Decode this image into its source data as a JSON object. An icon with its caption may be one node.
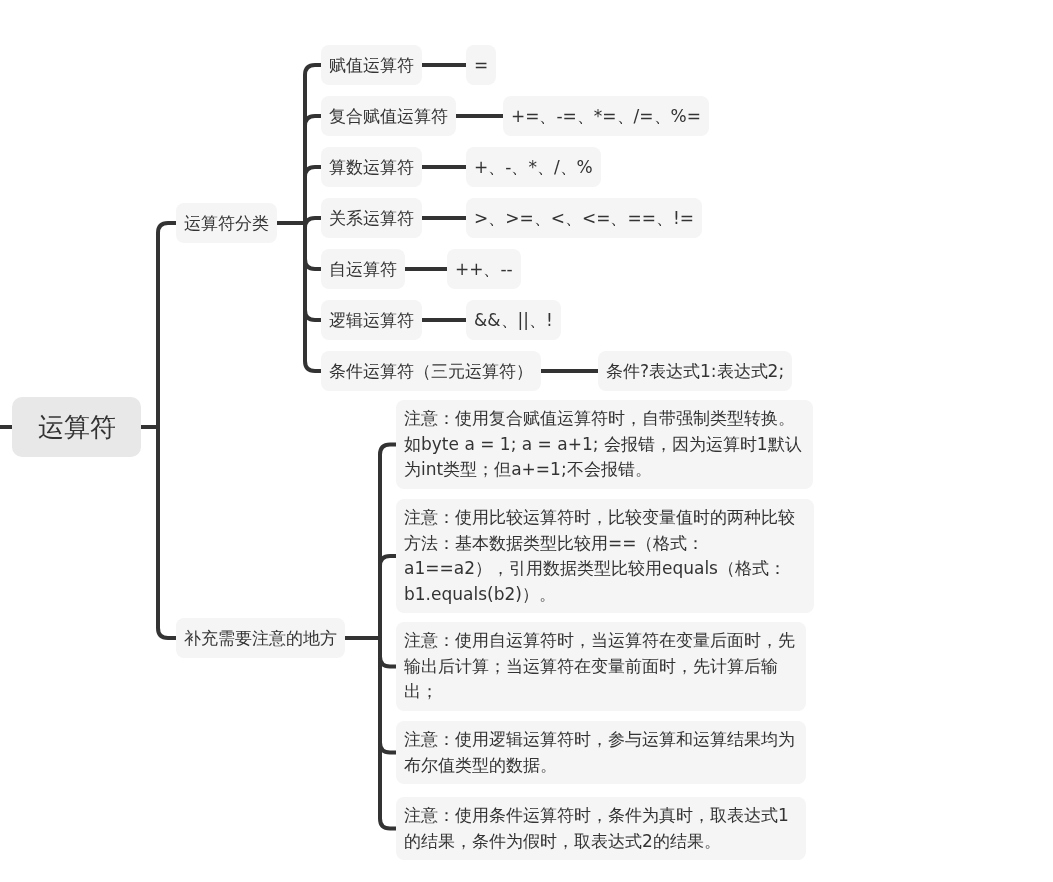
{
  "diagram": {
    "nodes": [
      {
        "text": [
          "运算符"
        ]
      },
      {
        "text": [
          "运算符分类"
        ]
      },
      {
        "text": [
          "补充需要注意的地方"
        ]
      },
      {
        "text": [
          "赋值运算符"
        ]
      },
      {
        "text": [
          "="
        ]
      },
      {
        "text": [
          "复合赋值运算符"
        ]
      },
      {
        "text": [
          "+=、-=、*=、/=、%="
        ]
      },
      {
        "text": [
          "算数运算符"
        ]
      },
      {
        "text": [
          "+、-、*、/、%"
        ]
      },
      {
        "text": [
          "关系运算符"
        ]
      },
      {
        "text": [
          ">、>=、<、<=、==、!="
        ]
      },
      {
        "text": [
          "自运算符"
        ]
      },
      {
        "text": [
          "++、--"
        ]
      },
      {
        "text": [
          "逻辑运算符"
        ]
      },
      {
        "text": [
          "&&、||、!"
        ]
      },
      {
        "text": [
          "条件运算符（三元运算符）"
        ]
      },
      {
        "text": [
          "条件?表达式1:表达式2;"
        ]
      },
      {
        "text": [
          "注意：使用复合赋值运算符时，自带强制类型转换。如byte a = 1; a = a+1; 会报错，因为运算时1默认为int类型；但a+=1;不会报错。"
        ]
      },
      {
        "text": [
          "注意：使用比较运算符时，比较变量值时的两种比较方法：基本数据类型比较用==（格式：a1==a2），引用数据类型比较用equals（格式：b1.equals(b2)）。"
        ]
      },
      {
        "text": [
          "注意：使用自运算符时，当运算符在变量后面时，先输出后计算；当运算符在变量前面时，先计算后输出；"
        ]
      },
      {
        "text": [
          "注意：使用逻辑运算符时，参与运算和运算结果均为布尔值类型的数据。"
        ]
      },
      {
        "text": [
          "注意：使用条件运算符时，条件为真时，取表达式1的结果，条件为假时，取表达式2的结果。"
        ]
      }
    ],
    "edges": [
      {
        "from": null,
        "to": 0,
        "arrow": "none"
      },
      {
        "from": 0,
        "to": 1,
        "arrow": "none"
      },
      {
        "from": 0,
        "to": 2,
        "arrow": "none"
      },
      {
        "from": 1,
        "to": 3,
        "arrow": "none"
      },
      {
        "from": 3,
        "to": 4,
        "arrow": "none"
      },
      {
        "from": 1,
        "to": 5,
        "arrow": "none"
      },
      {
        "from": 5,
        "to": 6,
        "arrow": "none"
      },
      {
        "from": 1,
        "to": 7,
        "arrow": "none"
      },
      {
        "from": 7,
        "to": 8,
        "arrow": "none"
      },
      {
        "from": 1,
        "to": 9,
        "arrow": "none"
      },
      {
        "from": 9,
        "to": 10,
        "arrow": "none"
      },
      {
        "from": 1,
        "to": 11,
        "arrow": "none"
      },
      {
        "from": 11,
        "to": 12,
        "arrow": "none"
      },
      {
        "from": 1,
        "to": 13,
        "arrow": "none"
      },
      {
        "from": 13,
        "to": 14,
        "arrow": "none"
      },
      {
        "from": 1,
        "to": 15,
        "arrow": "none"
      },
      {
        "from": 15,
        "to": 16,
        "arrow": "none"
      },
      {
        "from": 2,
        "to": 17,
        "arrow": "none"
      },
      {
        "from": 2,
        "to": 18,
        "arrow": "none"
      },
      {
        "from": 2,
        "to": 19,
        "arrow": "none"
      },
      {
        "from": 2,
        "to": 20,
        "arrow": "none"
      },
      {
        "from": 2,
        "to": 21,
        "arrow": "none"
      }
    ]
  }
}
